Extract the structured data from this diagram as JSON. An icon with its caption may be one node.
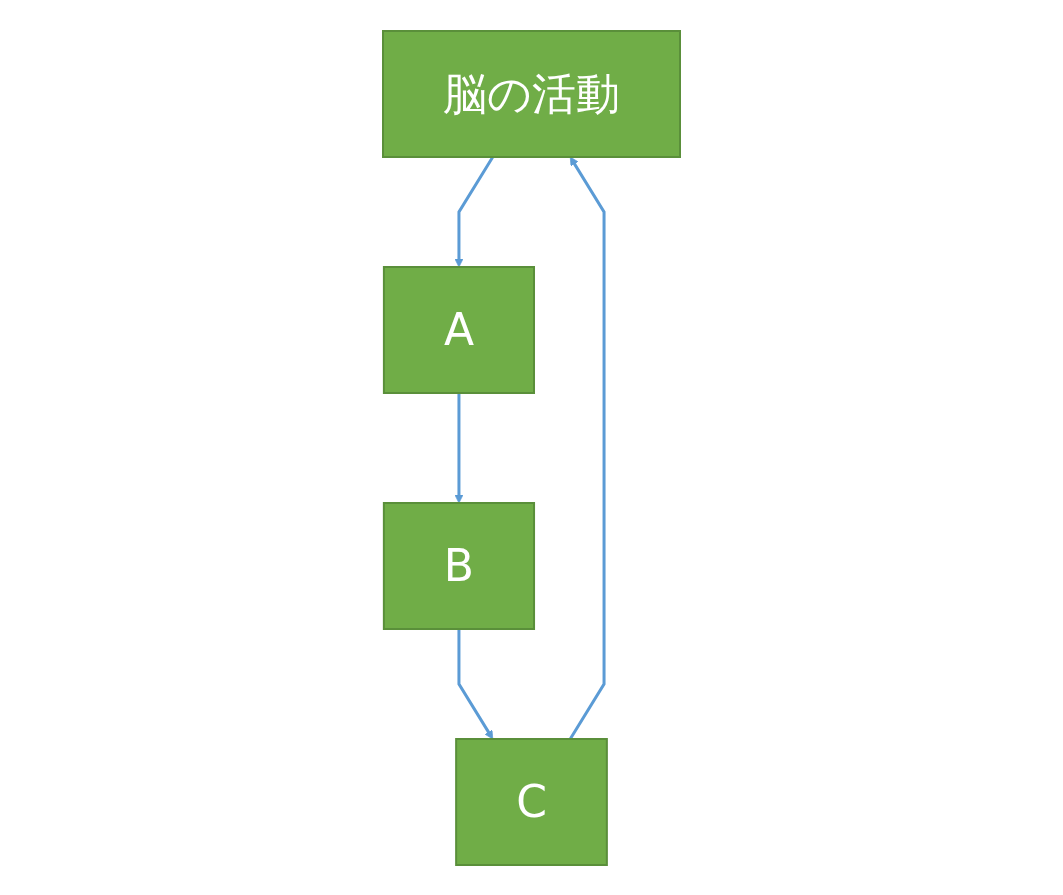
{
  "diagram": {
    "nodes": [
      {
        "text": [
          "脳の活動"
        ]
      },
      {
        "text": [
          "A"
        ]
      },
      {
        "text": [
          "B"
        ]
      },
      {
        "text": [
          "C"
        ]
      }
    ],
    "edges": [
      {
        "from": 0,
        "to": 1,
        "arrow": "to"
      },
      {
        "from": 1,
        "to": 2,
        "arrow": "to"
      },
      {
        "from": 2,
        "to": 3,
        "arrow": "to"
      },
      {
        "from": 3,
        "to": 0,
        "arrow": "to"
      }
    ]
  }
}
